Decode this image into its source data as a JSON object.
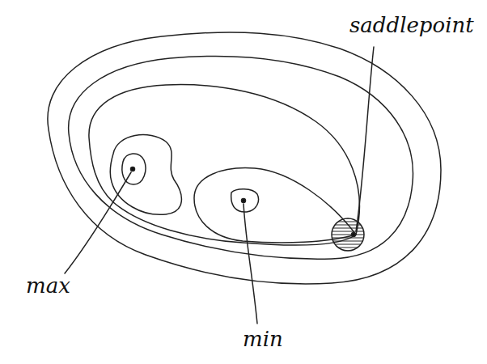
{
  "diagram": {
    "labels": [
      "saddlepoint",
      "max",
      "min"
    ]
  }
}
